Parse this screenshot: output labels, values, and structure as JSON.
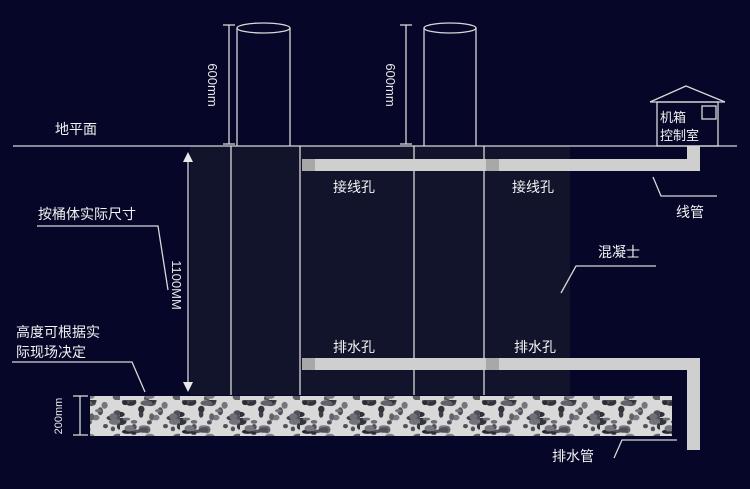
{
  "labels": {
    "ground": "地平面",
    "bucket_size": "按桶体实际尺寸",
    "height_note_line1": "高度可根据实",
    "height_note_line2": "际现场决定",
    "wire_hole_1": "接线孔",
    "wire_hole_2": "接线孔",
    "drain_hole_1": "排水孔",
    "drain_hole_2": "排水孔",
    "concrete": "混凝士",
    "conduit": "线管",
    "drain_pipe": "排水管",
    "control_room_line1": "机箱",
    "control_room_line2": "控制室"
  },
  "dimensions": {
    "post_height_1": "600mm",
    "post_height_2": "600mm",
    "depth": "1100MM",
    "base": "200mm"
  },
  "colors": {
    "background": "#050628",
    "line": "#d8d8d8",
    "pipe": "#cfcfcf",
    "concrete": "#12142c"
  }
}
